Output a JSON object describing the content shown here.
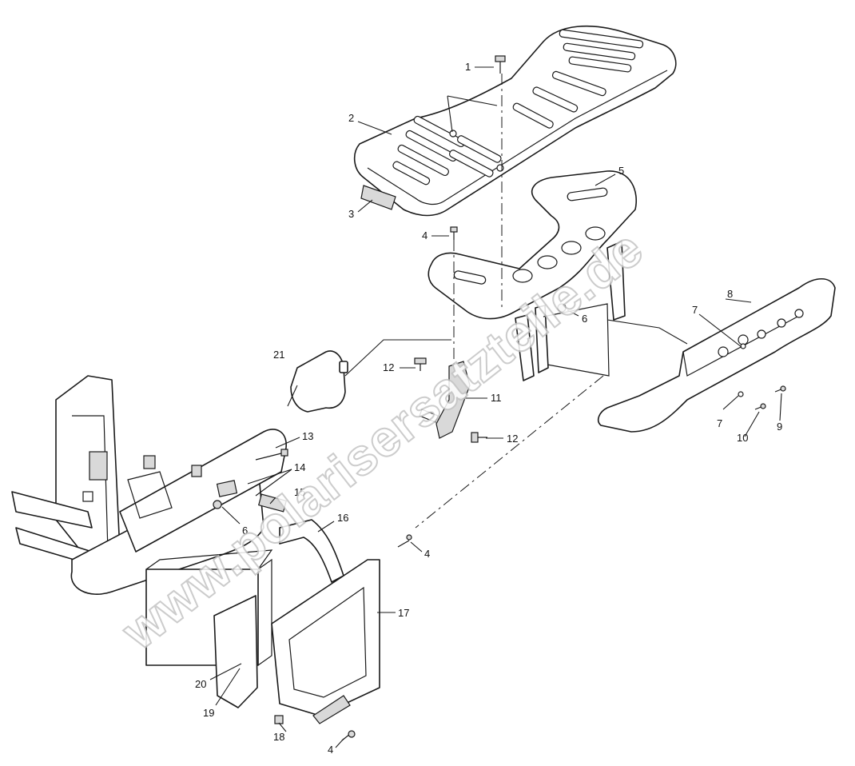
{
  "diagram": {
    "watermark": "www.polarisersatzteile.de",
    "callouts": [
      "1",
      "2",
      "3",
      "4",
      "4",
      "4",
      "5",
      "6",
      "6",
      "7",
      "7",
      "8",
      "9",
      "10",
      "11",
      "12",
      "12",
      "13",
      "14",
      "15",
      "16",
      "17",
      "18",
      "19",
      "20",
      "21"
    ],
    "colors": {
      "line": "#1a1a1a",
      "background": "#ffffff",
      "watermark_outline": "#c4c4c4"
    }
  }
}
